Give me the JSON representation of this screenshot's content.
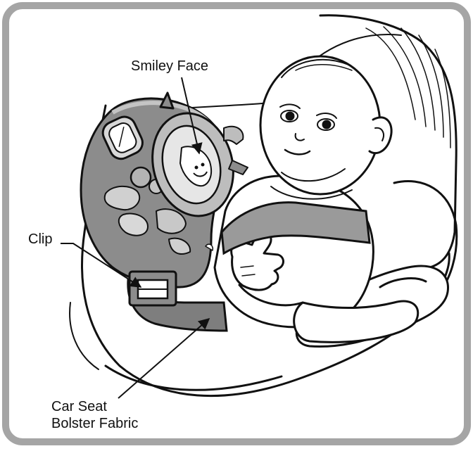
{
  "colors": {
    "frame_border": "#a5a5a5",
    "line": "#111111",
    "toy_fill": "#8c8c8c",
    "toy_light": "#c4c4c4",
    "strap_fill": "#9a9a9a",
    "background": "#ffffff"
  },
  "labels": {
    "smiley_face": "Smiley Face",
    "clip": "Clip",
    "bolster_line1": "Car Seat",
    "bolster_line2": "Bolster Fabric"
  },
  "icons": {
    "arrow": "arrowhead"
  }
}
